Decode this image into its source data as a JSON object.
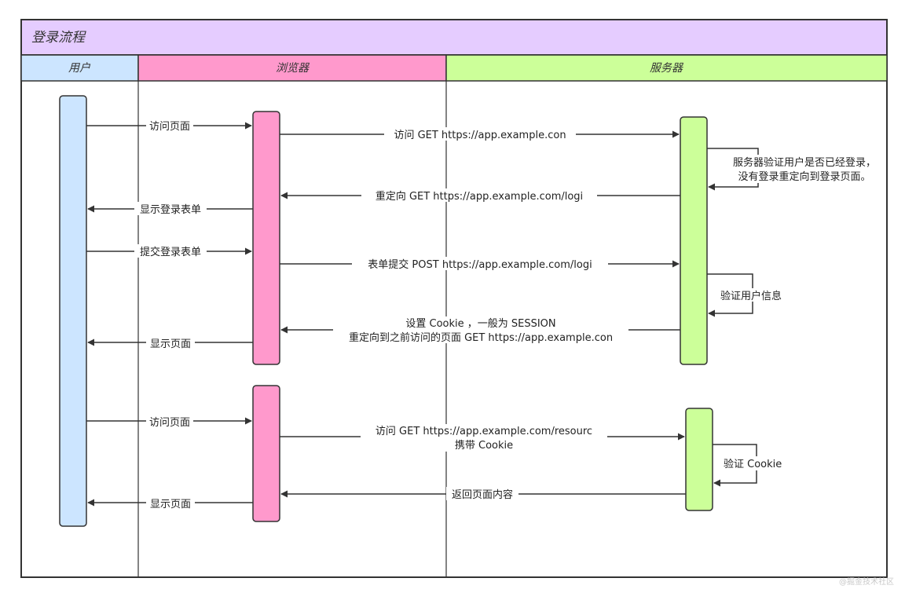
{
  "title": "登录流程",
  "lanes": [
    {
      "label": "用户",
      "color": "#cce5ff"
    },
    {
      "label": "浏览器",
      "color": "#ff99cc"
    },
    {
      "label": "服务器",
      "color": "#ccff99"
    }
  ],
  "title_color": "#e5ccff",
  "activation_colors": {
    "user": "#cce5ff",
    "browser": "#ff99cc",
    "server": "#ccff99"
  },
  "messages": {
    "m1": "访问页面",
    "m2": "访问 GET https://app.example.con",
    "m3_line1": "服务器验证用户是否已经登录，",
    "m3_line2": "没有登录重定向到登录页面。",
    "m4": "重定向 GET https://app.example.com/logi",
    "m5": "显示登录表单",
    "m6": "提交登录表单",
    "m7": "表单提交 POST https://app.example.com/logi",
    "m8": "验证用户信息",
    "m9_line1": "设置 Cookie ，一般为 SESSION",
    "m9_line2": "重定向到之前访问的页面 GET https://app.example.con",
    "m10": "显示页面",
    "m11": "访问页面",
    "m12_line1": "访问 GET https://app.example.com/resourc",
    "m12_line2": "携带 Cookie",
    "m13": "验证 Cookie",
    "m14": "返回页面内容",
    "m15": "显示页面"
  },
  "watermark": "@掘金技术社区"
}
